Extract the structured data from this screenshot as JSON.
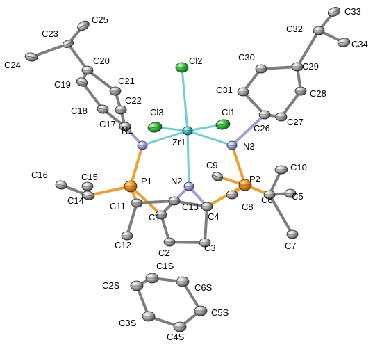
{
  "colors": {
    "carbon": "#8c8c8c",
    "nitrogen": "#a9a9d9",
    "phosphorus": "#f0961e",
    "chlorine": "#3cc83c",
    "zirconium": "#4fc4c4",
    "bond_gray": "#7d7d7d",
    "bond_zr": "#6fd0d0",
    "bond_p": "#f0a030",
    "bond_n": "#9f9fd6",
    "bond_cl": "#4cc24c"
  },
  "atoms": [
    {
      "id": "C23",
      "label": "C23",
      "element": "C"
    },
    {
      "id": "C25",
      "label": "C25",
      "element": "C"
    },
    {
      "id": "C24",
      "label": "C24",
      "element": "C"
    },
    {
      "id": "C20",
      "label": "C20",
      "element": "C"
    },
    {
      "id": "C19",
      "label": "C19",
      "element": "C"
    },
    {
      "id": "C21",
      "label": "C21",
      "element": "C"
    },
    {
      "id": "C18",
      "label": "C18",
      "element": "C"
    },
    {
      "id": "C22",
      "label": "C22",
      "element": "C"
    },
    {
      "id": "C17",
      "label": "C17",
      "element": "C"
    },
    {
      "id": "N1",
      "label": "N1",
      "element": "N"
    },
    {
      "id": "Cl2",
      "label": "Cl2",
      "element": "Cl"
    },
    {
      "id": "Cl3",
      "label": "Cl3",
      "element": "Cl"
    },
    {
      "id": "Zr1",
      "label": "Zr1",
      "element": "Zr"
    },
    {
      "id": "Cl1",
      "label": "Cl1",
      "element": "Cl"
    },
    {
      "id": "N3",
      "label": "N3",
      "element": "N"
    },
    {
      "id": "N2",
      "label": "N2",
      "element": "N"
    },
    {
      "id": "C33",
      "label": "C33",
      "element": "C"
    },
    {
      "id": "C32",
      "label": "C32",
      "element": "C"
    },
    {
      "id": "C34",
      "label": "C34",
      "element": "C"
    },
    {
      "id": "C29",
      "label": "C29",
      "element": "C"
    },
    {
      "id": "C30",
      "label": "C30",
      "element": "C"
    },
    {
      "id": "C31",
      "label": "C31",
      "element": "C"
    },
    {
      "id": "C28",
      "label": "C28",
      "element": "C"
    },
    {
      "id": "C26",
      "label": "C26",
      "element": "C"
    },
    {
      "id": "C27",
      "label": "C27",
      "element": "C"
    },
    {
      "id": "P1",
      "label": "P1",
      "element": "P"
    },
    {
      "id": "C16",
      "label": "C16",
      "element": "C"
    },
    {
      "id": "C15",
      "label": "C15",
      "element": "C"
    },
    {
      "id": "C14",
      "label": "C14",
      "element": "C"
    },
    {
      "id": "C11",
      "label": "C11",
      "element": "C"
    },
    {
      "id": "C12",
      "label": "C12",
      "element": "C"
    },
    {
      "id": "C1",
      "label": "C1",
      "element": "C"
    },
    {
      "id": "C13",
      "label": "C13",
      "element": "C"
    },
    {
      "id": "C2",
      "label": "C2",
      "element": "C"
    },
    {
      "id": "C3",
      "label": "C3",
      "element": "C"
    },
    {
      "id": "C4",
      "label": "C4",
      "element": "C"
    },
    {
      "id": "P2",
      "label": "P2",
      "element": "P"
    },
    {
      "id": "C9",
      "label": "C9",
      "element": "C"
    },
    {
      "id": "C10",
      "label": "C10",
      "element": "C"
    },
    {
      "id": "C8",
      "label": "C8",
      "element": "C"
    },
    {
      "id": "C6",
      "label": "C6",
      "element": "C"
    },
    {
      "id": "C5",
      "label": "C5",
      "element": "C"
    },
    {
      "id": "C7",
      "label": "C7",
      "element": "C"
    },
    {
      "id": "C1S",
      "label": "C1S",
      "element": "C"
    },
    {
      "id": "C2S",
      "label": "C2S",
      "element": "C"
    },
    {
      "id": "C6S",
      "label": "C6S",
      "element": "C"
    },
    {
      "id": "C3S",
      "label": "C3S",
      "element": "C"
    },
    {
      "id": "C5S",
      "label": "C5S",
      "element": "C"
    },
    {
      "id": "C4S",
      "label": "C4S",
      "element": "C"
    }
  ],
  "bonds": [
    [
      "C23",
      "C25"
    ],
    [
      "C23",
      "C24"
    ],
    [
      "C23",
      "C20"
    ],
    [
      "C20",
      "C21"
    ],
    [
      "C20",
      "C19"
    ],
    [
      "C19",
      "C18"
    ],
    [
      "C18",
      "C17"
    ],
    [
      "C17",
      "C22"
    ],
    [
      "C22",
      "C21"
    ],
    [
      "C17",
      "N1"
    ],
    [
      "N1",
      "Zr1"
    ],
    [
      "N1",
      "P1"
    ],
    [
      "Zr1",
      "Cl1"
    ],
    [
      "Zr1",
      "Cl2"
    ],
    [
      "Zr1",
      "Cl3"
    ],
    [
      "Zr1",
      "N2"
    ],
    [
      "Zr1",
      "N3"
    ],
    [
      "N3",
      "C26"
    ],
    [
      "N3",
      "P2"
    ],
    [
      "C26",
      "C31"
    ],
    [
      "C31",
      "C30"
    ],
    [
      "C30",
      "C29"
    ],
    [
      "C29",
      "C28"
    ],
    [
      "C28",
      "C27"
    ],
    [
      "C27",
      "C26"
    ],
    [
      "C29",
      "C32"
    ],
    [
      "C32",
      "C33"
    ],
    [
      "C32",
      "C34"
    ],
    [
      "P1",
      "C14"
    ],
    [
      "C14",
      "C15"
    ],
    [
      "C14",
      "C16"
    ],
    [
      "P1",
      "C11"
    ],
    [
      "C11",
      "C12"
    ],
    [
      "P1",
      "C1"
    ],
    [
      "C11",
      "C13"
    ],
    [
      "N2",
      "C1"
    ],
    [
      "N2",
      "C4"
    ],
    [
      "C1",
      "C2"
    ],
    [
      "C2",
      "C3"
    ],
    [
      "C3",
      "C4"
    ],
    [
      "C1",
      "C13"
    ],
    [
      "C13",
      "C4"
    ],
    [
      "C4",
      "P2"
    ],
    [
      "P2",
      "C9"
    ],
    [
      "P2",
      "C8"
    ],
    [
      "P2",
      "C6"
    ],
    [
      "C6",
      "C10"
    ],
    [
      "C6",
      "C5"
    ],
    [
      "C6",
      "C7"
    ],
    [
      "C1S",
      "C2S"
    ],
    [
      "C2S",
      "C3S"
    ],
    [
      "C3S",
      "C4S"
    ],
    [
      "C4S",
      "C5S"
    ],
    [
      "C5S",
      "C6S"
    ],
    [
      "C6S",
      "C1S"
    ]
  ]
}
